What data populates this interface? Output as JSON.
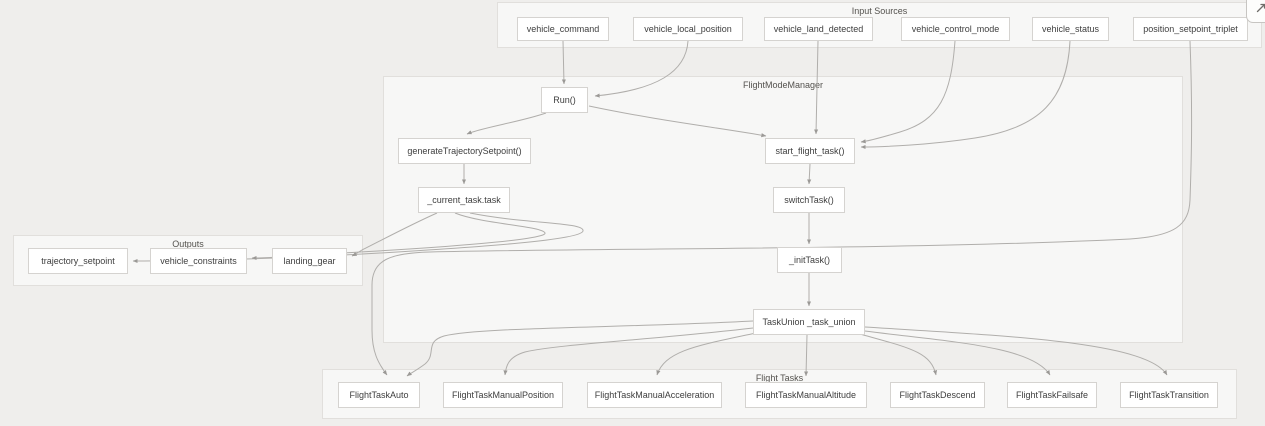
{
  "diagram": {
    "title": "FlightModeManager architecture flowchart",
    "groups": {
      "input_sources": {
        "label": "Input Sources",
        "nodes": [
          "vehicle_command",
          "vehicle_local_position",
          "vehicle_land_detected",
          "vehicle_control_mode",
          "vehicle_status",
          "position_setpoint_triplet"
        ]
      },
      "flight_mode_manager": {
        "label": "FlightModeManager",
        "nodes": [
          "Run()",
          "generateTrajectorySetpoint()",
          "start_flight_task()",
          "_current_task.task",
          "switchTask()",
          "_initTask()",
          "TaskUnion _task_union"
        ]
      },
      "outputs": {
        "label": "Outputs",
        "nodes": [
          "trajectory_setpoint",
          "vehicle_constraints",
          "landing_gear"
        ]
      },
      "flight_tasks": {
        "label": "Flight Tasks",
        "nodes": [
          "FlightTaskAuto",
          "FlightTaskManualPosition",
          "FlightTaskManualAcceleration",
          "FlightTaskManualAltitude",
          "FlightTaskDescend",
          "FlightTaskFailsafe",
          "FlightTaskTransition"
        ]
      }
    },
    "edges": [
      "vehicle_command -> Run()",
      "vehicle_local_position -> Run()",
      "Run() -> generateTrajectorySetpoint()",
      "Run() -> start_flight_task()",
      "vehicle_land_detected -> start_flight_task()",
      "vehicle_control_mode -> start_flight_task()",
      "vehicle_status -> start_flight_task()",
      "position_setpoint_triplet -> FlightTaskAuto",
      "generateTrajectorySetpoint() -> _current_task.task",
      "_current_task.task -> trajectory_setpoint",
      "_current_task.task -> vehicle_constraints",
      "_current_task.task -> landing_gear",
      "start_flight_task() -> switchTask()",
      "switchTask() -> _initTask()",
      "_initTask() -> TaskUnion _task_union",
      "TaskUnion _task_union -> FlightTaskAuto",
      "TaskUnion _task_union -> FlightTaskManualPosition",
      "TaskUnion _task_union -> FlightTaskManualAcceleration",
      "TaskUnion _task_union -> FlightTaskManualAltitude",
      "TaskUnion _task_union -> FlightTaskDescend",
      "TaskUnion _task_union -> FlightTaskFailsafe",
      "TaskUnion _task_union -> FlightTaskTransition"
    ],
    "corner_button": {
      "icon": "expand-diagonal-icon"
    },
    "colors": {
      "background": "#efeeec",
      "group_fill": "#f7f7f6",
      "group_border": "#e1dfdc",
      "node_fill": "#ffffff",
      "node_border": "#d5d3d0",
      "edge": "#b0aeab",
      "arrowhead": "#9b9996",
      "text": "#3e3e3e"
    }
  }
}
